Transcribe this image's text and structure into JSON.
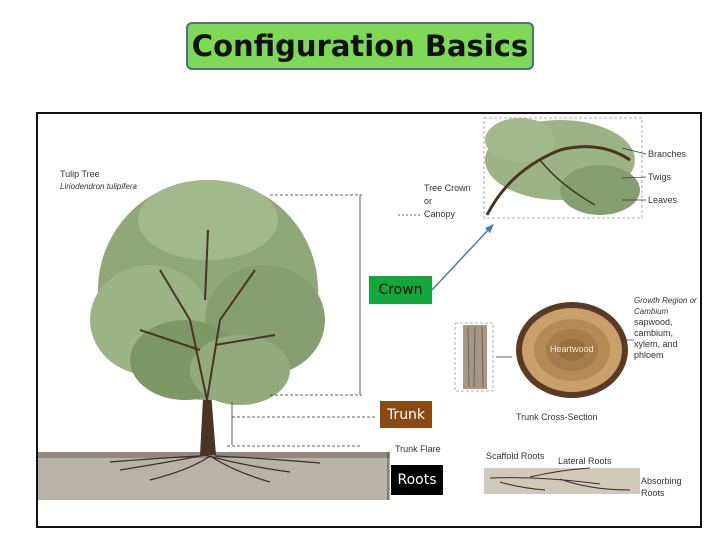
{
  "title": "Configuration Basics",
  "labels": {
    "crown": "Crown",
    "trunk": "Trunk",
    "roots": "Roots"
  },
  "image_text": {
    "tree_name": "Tulip Tree",
    "tree_latin": "Liriodendron tulipifera",
    "tree_crown": "Tree Crown",
    "or": "or",
    "canopy": "Canopy",
    "branches": "Branches",
    "twigs": "Twigs",
    "leaves": "Leaves",
    "growth_region": "Growth Region or",
    "cambium": "Cambium",
    "sapwood": "sapwood,",
    "cambium2": "cambium,",
    "xylem": "xylem, and",
    "phloem": "phloem",
    "heartwood": "Heartwood",
    "trunk_cross_section": "Trunk Cross-Section",
    "trunk_flare": "Trunk Flare",
    "scaffold_roots": "Scaffold Roots",
    "lateral_roots": "Lateral Roots",
    "absorbing": "Absorbing",
    "roots_word": "Roots"
  },
  "colors": {
    "title_bg": "#7ed957",
    "crown_label_bg": "#14a83c",
    "trunk_label_bg": "#8b4a14",
    "roots_label_bg": "#000000",
    "arrow": "#4a7ab5"
  }
}
